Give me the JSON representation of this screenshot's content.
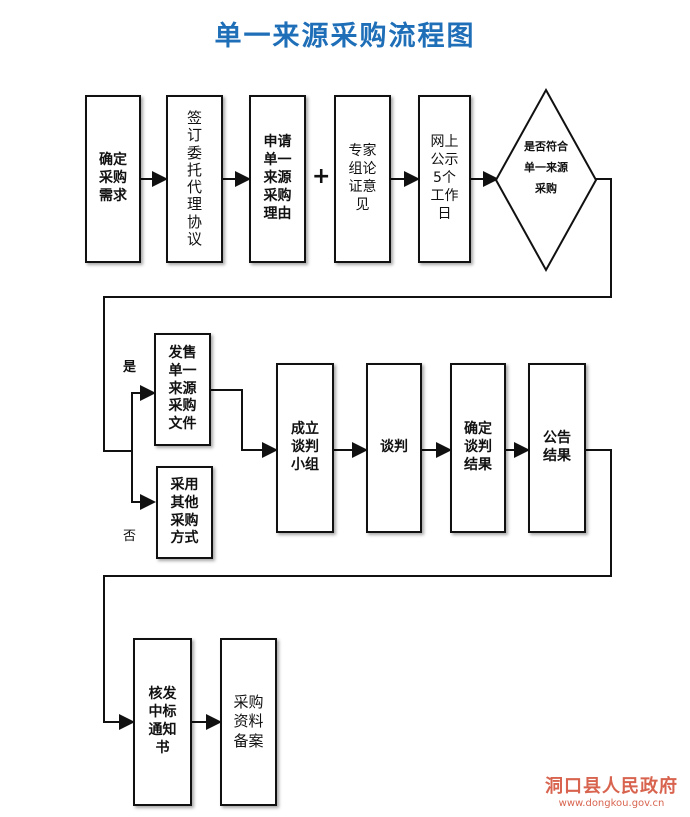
{
  "title": "单一来源采购流程图",
  "boxes": {
    "confirm_need": "确定采购需求",
    "sign_agency": "签订委托代理协议",
    "apply_reason": "申请单一来源采购理由",
    "expert_opinion": "专家组论证意见",
    "publish": "网上公示5个工作日",
    "sell_docs": "发售单一来源采购文件",
    "other_method": "采用其他采购方式",
    "form_group": "成立谈判小组",
    "negotiate": "谈判",
    "confirm_result": "确定谈判结果",
    "announce": "公告结果",
    "issue_notice": "核发中标通知书",
    "archive": "采购资料备案"
  },
  "decision": "是否符合单一来源采购",
  "plus_sign": "+",
  "yes_label": "是",
  "no_label": "否",
  "watermark": {
    "name": "洞口县人民政府",
    "url": "www.dongkou.gov.cn"
  },
  "colors": {
    "title": "#1f6fb8",
    "watermark": "#d8644f"
  }
}
